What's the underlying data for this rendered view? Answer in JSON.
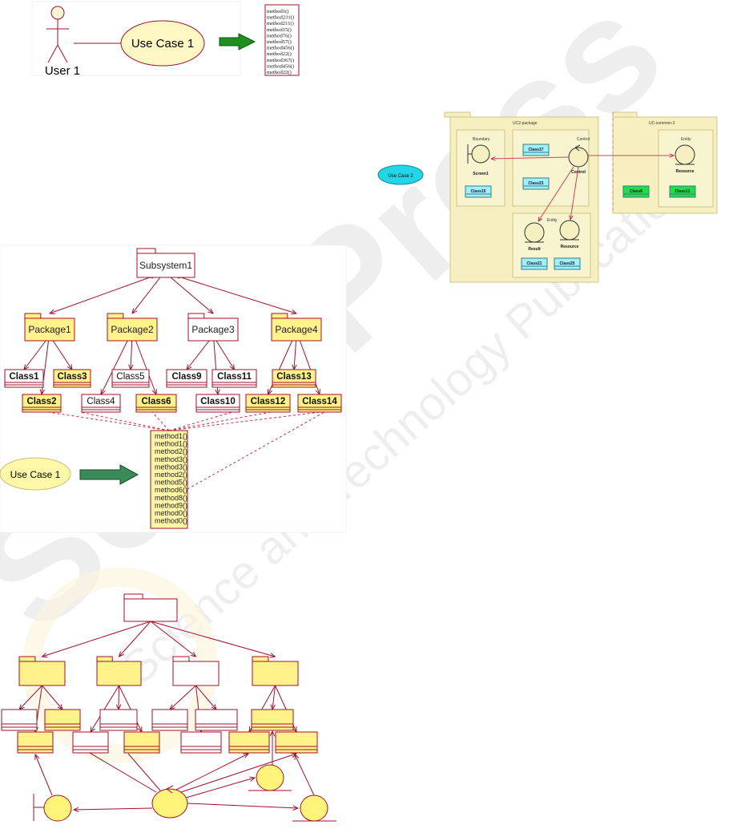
{
  "top_diagram": {
    "actor": "User 1",
    "use_case": "Use Case 1",
    "methods": [
      "method1()",
      "method231()",
      "method211()",
      "method15()",
      "method76()",
      "method57()",
      "method456()",
      "method22()",
      "method367()",
      "method456()",
      "method22()"
    ]
  },
  "middle_diagram": {
    "subsystem": "Subsystem1",
    "packages": [
      "Package1",
      "Package2",
      "Package3",
      "Package4"
    ],
    "classes": [
      "Class1",
      "Class2",
      "Class3",
      "Class4",
      "Class5",
      "Class6",
      "Class9",
      "Class10",
      "Class11",
      "Class12",
      "Class13",
      "Class14"
    ],
    "use_case": "Use Case 1",
    "methods": [
      "method1()",
      "method1()",
      "method2()",
      "method3()",
      "method3()",
      "method2()",
      "method5()",
      "method6()",
      "method8()",
      "method9()",
      "method0()",
      "method0()"
    ]
  },
  "right_diagram": {
    "use_case": "Use Case 2",
    "package_main": "UC2-package",
    "package_common": "UC-common-2",
    "group_boundary": "Boundary",
    "group_control": "Control",
    "group_entity": "Entity",
    "group_entity_common": "Entity",
    "boundary_object": "Screen1",
    "control_object": "Control",
    "entity_result": "Result",
    "entity_resource": "Resource",
    "common_resource": "Resource",
    "classes": [
      "Class15",
      "Class17",
      "Class23",
      "Class21",
      "Class25",
      "Class6",
      "Class12"
    ]
  },
  "watermark": {
    "title": "SciTePress",
    "subtitle": "Science and Technology Publications"
  }
}
